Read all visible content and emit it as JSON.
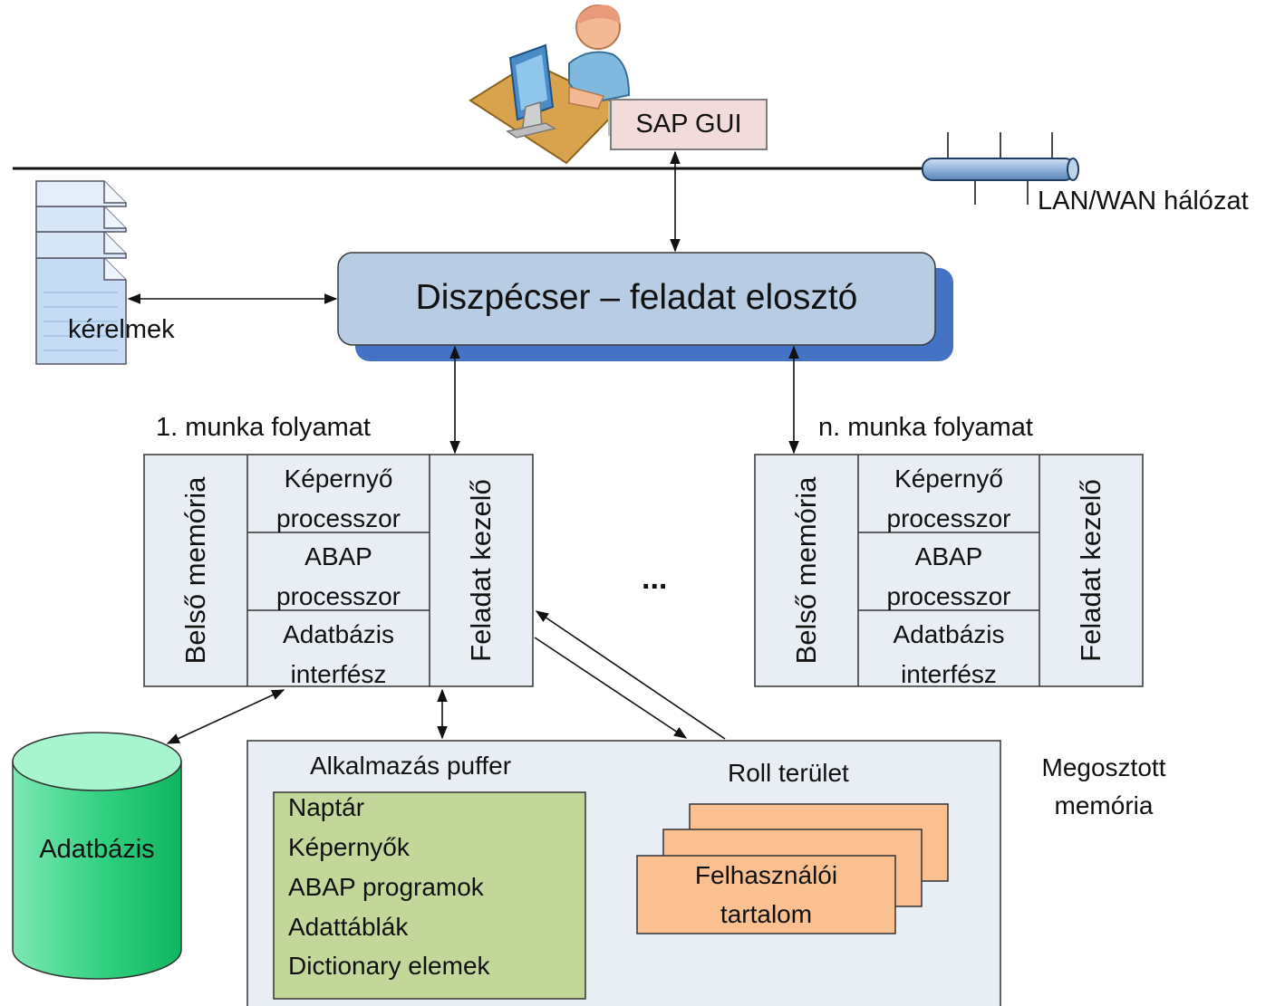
{
  "diagram": {
    "sap_gui": "SAP GUI",
    "network": "LAN/WAN hálózat",
    "requests": "kérelmek",
    "dispatcher": "Diszpécser – feladat elosztó",
    "process_first": {
      "title": "1. munka folyamat",
      "internal_memory": "Belső memória",
      "task_handler": "Feladat kezelő",
      "screen_processor": [
        "Képernyő",
        "processzor"
      ],
      "abap_processor": [
        "ABAP",
        "processzor"
      ],
      "db_interface": [
        "Adatbázis",
        "interfész"
      ]
    },
    "process_n": {
      "title": "n. munka folyamat",
      "internal_memory": "Belső memória",
      "task_handler": "Feladat kezelő",
      "screen_processor": [
        "Képernyő",
        "processzor"
      ],
      "abap_processor": [
        "ABAP",
        "processzor"
      ],
      "db_interface": [
        "Adatbázis",
        "interfész"
      ]
    },
    "ellipsis": "...",
    "database": "Adatbázis",
    "shared_memory": [
      "Megosztott",
      "memória"
    ],
    "app_buffer": {
      "title": "Alkalmazás puffer",
      "items": [
        "Naptár",
        "Képernyők",
        "ABAP programok",
        "Adattáblák",
        "Dictionary elemek"
      ]
    },
    "roll_area": {
      "title": "Roll terület",
      "content": [
        "Felhasználói",
        "tartalom"
      ]
    }
  }
}
